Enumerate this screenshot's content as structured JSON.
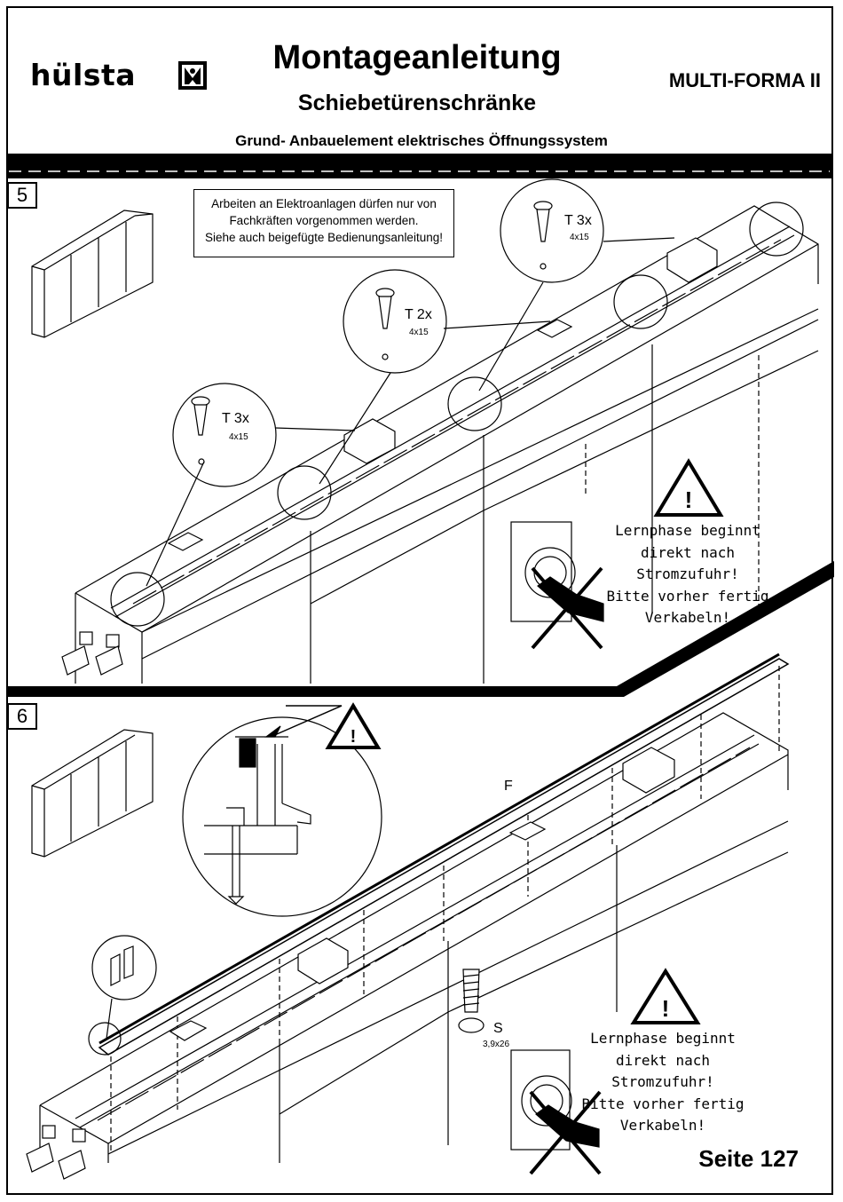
{
  "header": {
    "logo_text": "hülsta",
    "title": "Montageanleitung",
    "subtitle": "Schiebetürenschränke",
    "product": "MULTI-FORMA II",
    "section_description": "Grund- Anbauelement elektrisches Öffnungssystem"
  },
  "step5": {
    "number": "5",
    "note_lines": [
      "Arbeiten an Elektroanlagen dürfen nur von",
      "Fachkräften vorgenommen werden.",
      "Siehe auch beigefügte Bedienungsanleitung!"
    ],
    "screws": [
      {
        "label": "T 3x",
        "size": "4x15"
      },
      {
        "label": "T 2x",
        "size": "4x15"
      },
      {
        "label": "T 3x",
        "size": "4x15"
      }
    ],
    "warning_lines": [
      "Lernphase beginnt",
      "direkt nach",
      "Stromzufuhr!",
      "Bitte vorher fertig",
      "Verkabeln!"
    ]
  },
  "step6": {
    "number": "6",
    "rail_label": "F",
    "screw_label": "S",
    "screw_size": "3,9x26",
    "warning_lines": [
      "Lernphase beginnt",
      "direkt nach",
      "Stromzufuhr!",
      "Bitte vorher fertig",
      "Verkabeln!"
    ]
  },
  "footer": {
    "page": "Seite 127"
  }
}
